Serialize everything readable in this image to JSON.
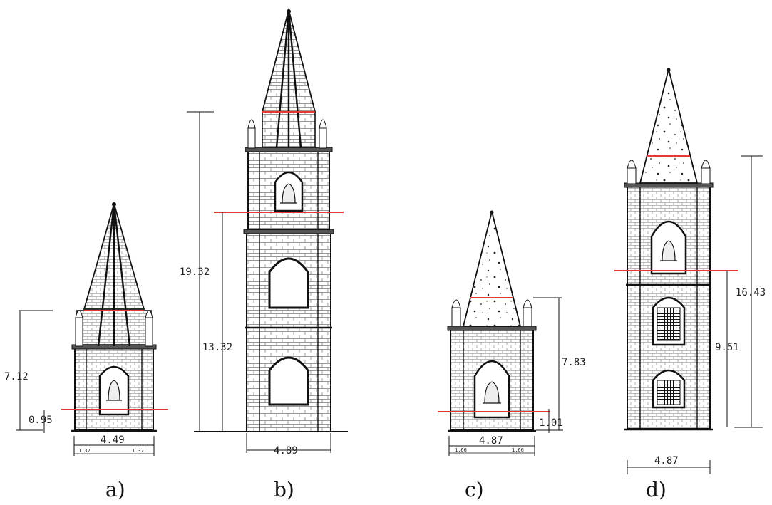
{
  "figure": {
    "towers": [
      {
        "caption": "a)",
        "dimensions": {
          "height_total": "7.12",
          "height_small": "0.95",
          "width": "4.49",
          "pilaster_left": "1.37",
          "pilaster_right": "1.37"
        },
        "spire_texture": "brick-ribbed",
        "bell_openings": 1
      },
      {
        "caption": "b)",
        "dimensions": {
          "height_total": "19.32",
          "height_mid": "13.32",
          "width": "4.89"
        },
        "spire_texture": "brick-ribbed",
        "bell_openings": 1
      },
      {
        "caption": "c)",
        "dimensions": {
          "height_total": "7.83",
          "height_small": "1.01",
          "width": "4.87",
          "pilaster_left": "1.66",
          "pilaster_right": "1.66"
        },
        "spire_texture": "stippled-stone",
        "bell_openings": 1
      },
      {
        "caption": "d)",
        "dimensions": {
          "height_total": "16.43",
          "height_mid": "9.51",
          "width": "4.87"
        },
        "spire_texture": "stippled-stone",
        "bell_openings": 1
      }
    ],
    "colors": {
      "line": "#111111",
      "section_mark": "#e53935",
      "background": "#ffffff"
    }
  }
}
